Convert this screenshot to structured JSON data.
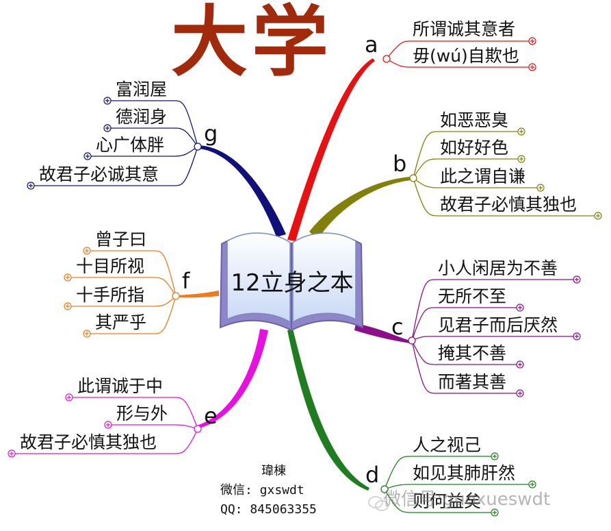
{
  "title": "大学",
  "center_label": "12立身之本",
  "branches": [
    {
      "letter": "a",
      "color": "#e81010",
      "items": [
        "所谓诚其意者",
        "毋(wú)自欺也"
      ]
    },
    {
      "letter": "b",
      "color": "#80800a",
      "items": [
        "如恶恶臭",
        "如好好色",
        "此之谓自谦",
        "故君子必慎其独也"
      ]
    },
    {
      "letter": "c",
      "color": "#8b0f8b",
      "items": [
        "小人闲居为不善",
        "无所不至",
        "见君子而后厌然",
        "掩其不善",
        "而著其善"
      ]
    },
    {
      "letter": "d",
      "color": "#1e7d1e",
      "items": [
        "人之视己",
        "如见其肺肝然",
        "则何益矣"
      ]
    },
    {
      "letter": "e",
      "color": "#e810e0",
      "items": [
        "此谓诚于中",
        "形与外",
        "故君子必慎其独也"
      ]
    },
    {
      "letter": "f",
      "color": "#f07a1e",
      "items": [
        "曾子曰",
        "十目所视",
        "十手所指",
        "其严乎"
      ]
    },
    {
      "letter": "g",
      "color": "#10107a",
      "items": [
        "富润屋",
        "德润身",
        "心广体胖",
        "故君子必诚其意"
      ]
    }
  ],
  "credit": {
    "author": "瑋棟",
    "wechat_line": "微信: gxswdt",
    "qq_line": "QQ: 845063355"
  },
  "watermark": "微信号:guoxueswdt",
  "colors": {
    "title": "#a22a0c",
    "book_cover": "#8e86c8",
    "book_page": "#e8f0ff"
  }
}
